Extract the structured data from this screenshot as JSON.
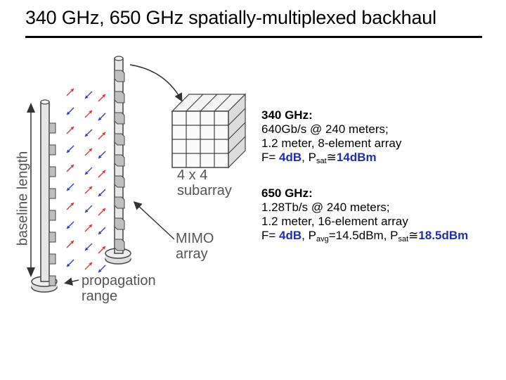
{
  "title": "340 GHz, 650 GHz spatially-multiplexed backhaul",
  "figure": {
    "baseline_label": "baseline length",
    "subarray_label": [
      "4 x 4",
      "subarray"
    ],
    "mimo_label": [
      "MIMO",
      "array"
    ],
    "propagation_label": [
      "propagation",
      "range"
    ],
    "colors": {
      "arrow_red": "#d9302c",
      "arrow_blue": "#2b3fc4",
      "element_gray": "#bfbfbf"
    }
  },
  "ghz340": {
    "heading": "340 GHz:",
    "rate_line": "640Gb/s  @ 240 meters;",
    "array_line": "1.2 meter, 8-element array",
    "f_prefix": "F= ",
    "f_value": "4dB",
    "sep": ", P",
    "p_sub": "sat",
    "approx": "≅",
    "p_value": "14dBm"
  },
  "ghz650": {
    "heading": "650 GHz:",
    "rate_line": "1.28Tb/s @ 240 meters;",
    "array_line": "1.2 meter, 16-element array",
    "f_prefix": "F= ",
    "f_value": "4dB",
    "sep": ", P",
    "avg_sub": "avg",
    "avg_value": "=14.5dBm, P",
    "p_sub": "sat",
    "approx": "≅",
    "p_value": "18.5dBm"
  }
}
